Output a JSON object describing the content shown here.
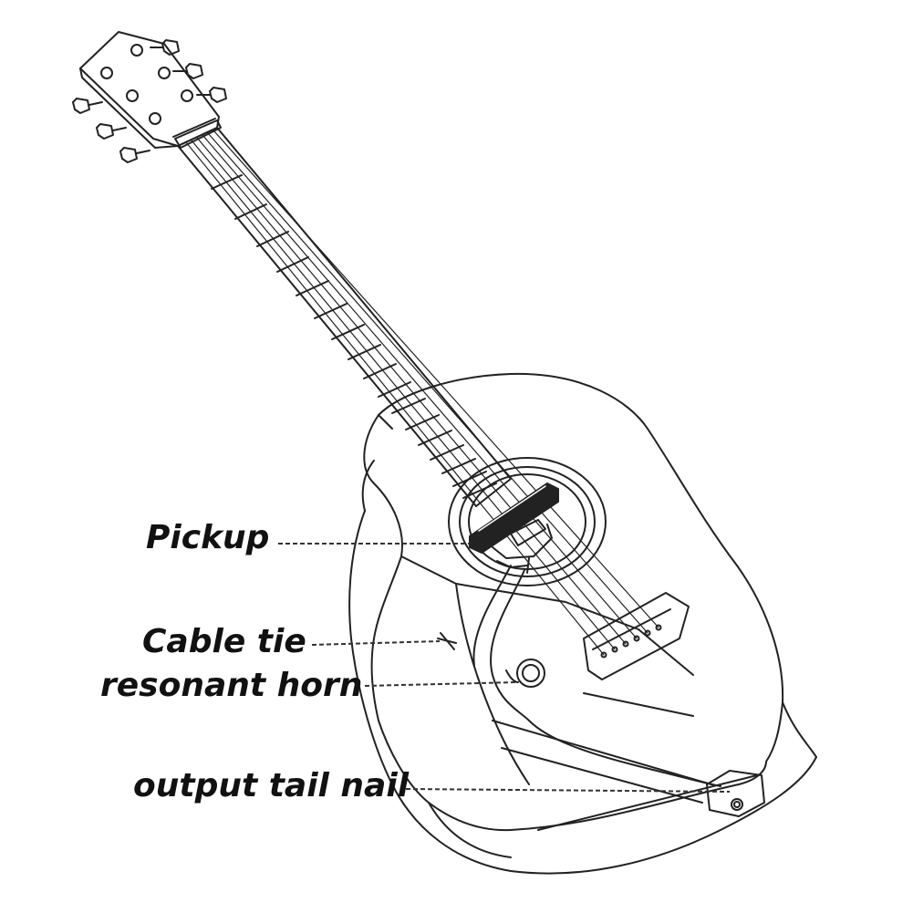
{
  "labels": {
    "pickup": "Pickup",
    "cable_tie": "Cable tie",
    "resonant_horn": "resonant horn",
    "output_tail_nail": "output tail nail"
  },
  "colors": {
    "line": "#222222",
    "leader": "#333333",
    "text": "#111111",
    "background": "#ffffff"
  }
}
